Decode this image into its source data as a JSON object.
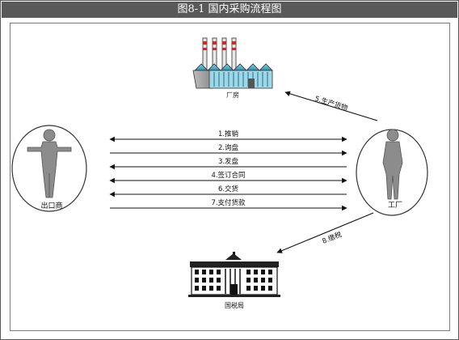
{
  "title": "图8-1   国内采购流程图",
  "nodes": {
    "factory_building": "厂房",
    "exporter": "出口商",
    "factory": "工厂",
    "tax_bureau": "国税局"
  },
  "flows": [
    {
      "label": "1.推销",
      "direction": "both"
    },
    {
      "label": "2.询盘",
      "direction": "right"
    },
    {
      "label": "3.发盘",
      "direction": "left"
    },
    {
      "label": "4.签订合同",
      "direction": "both"
    },
    {
      "label": "6.交货",
      "direction": "left"
    },
    {
      "label": "7.支付货款",
      "direction": "right"
    }
  ],
  "side_flows": {
    "produce": "5.生产货物",
    "tax": "8.缴税"
  }
}
